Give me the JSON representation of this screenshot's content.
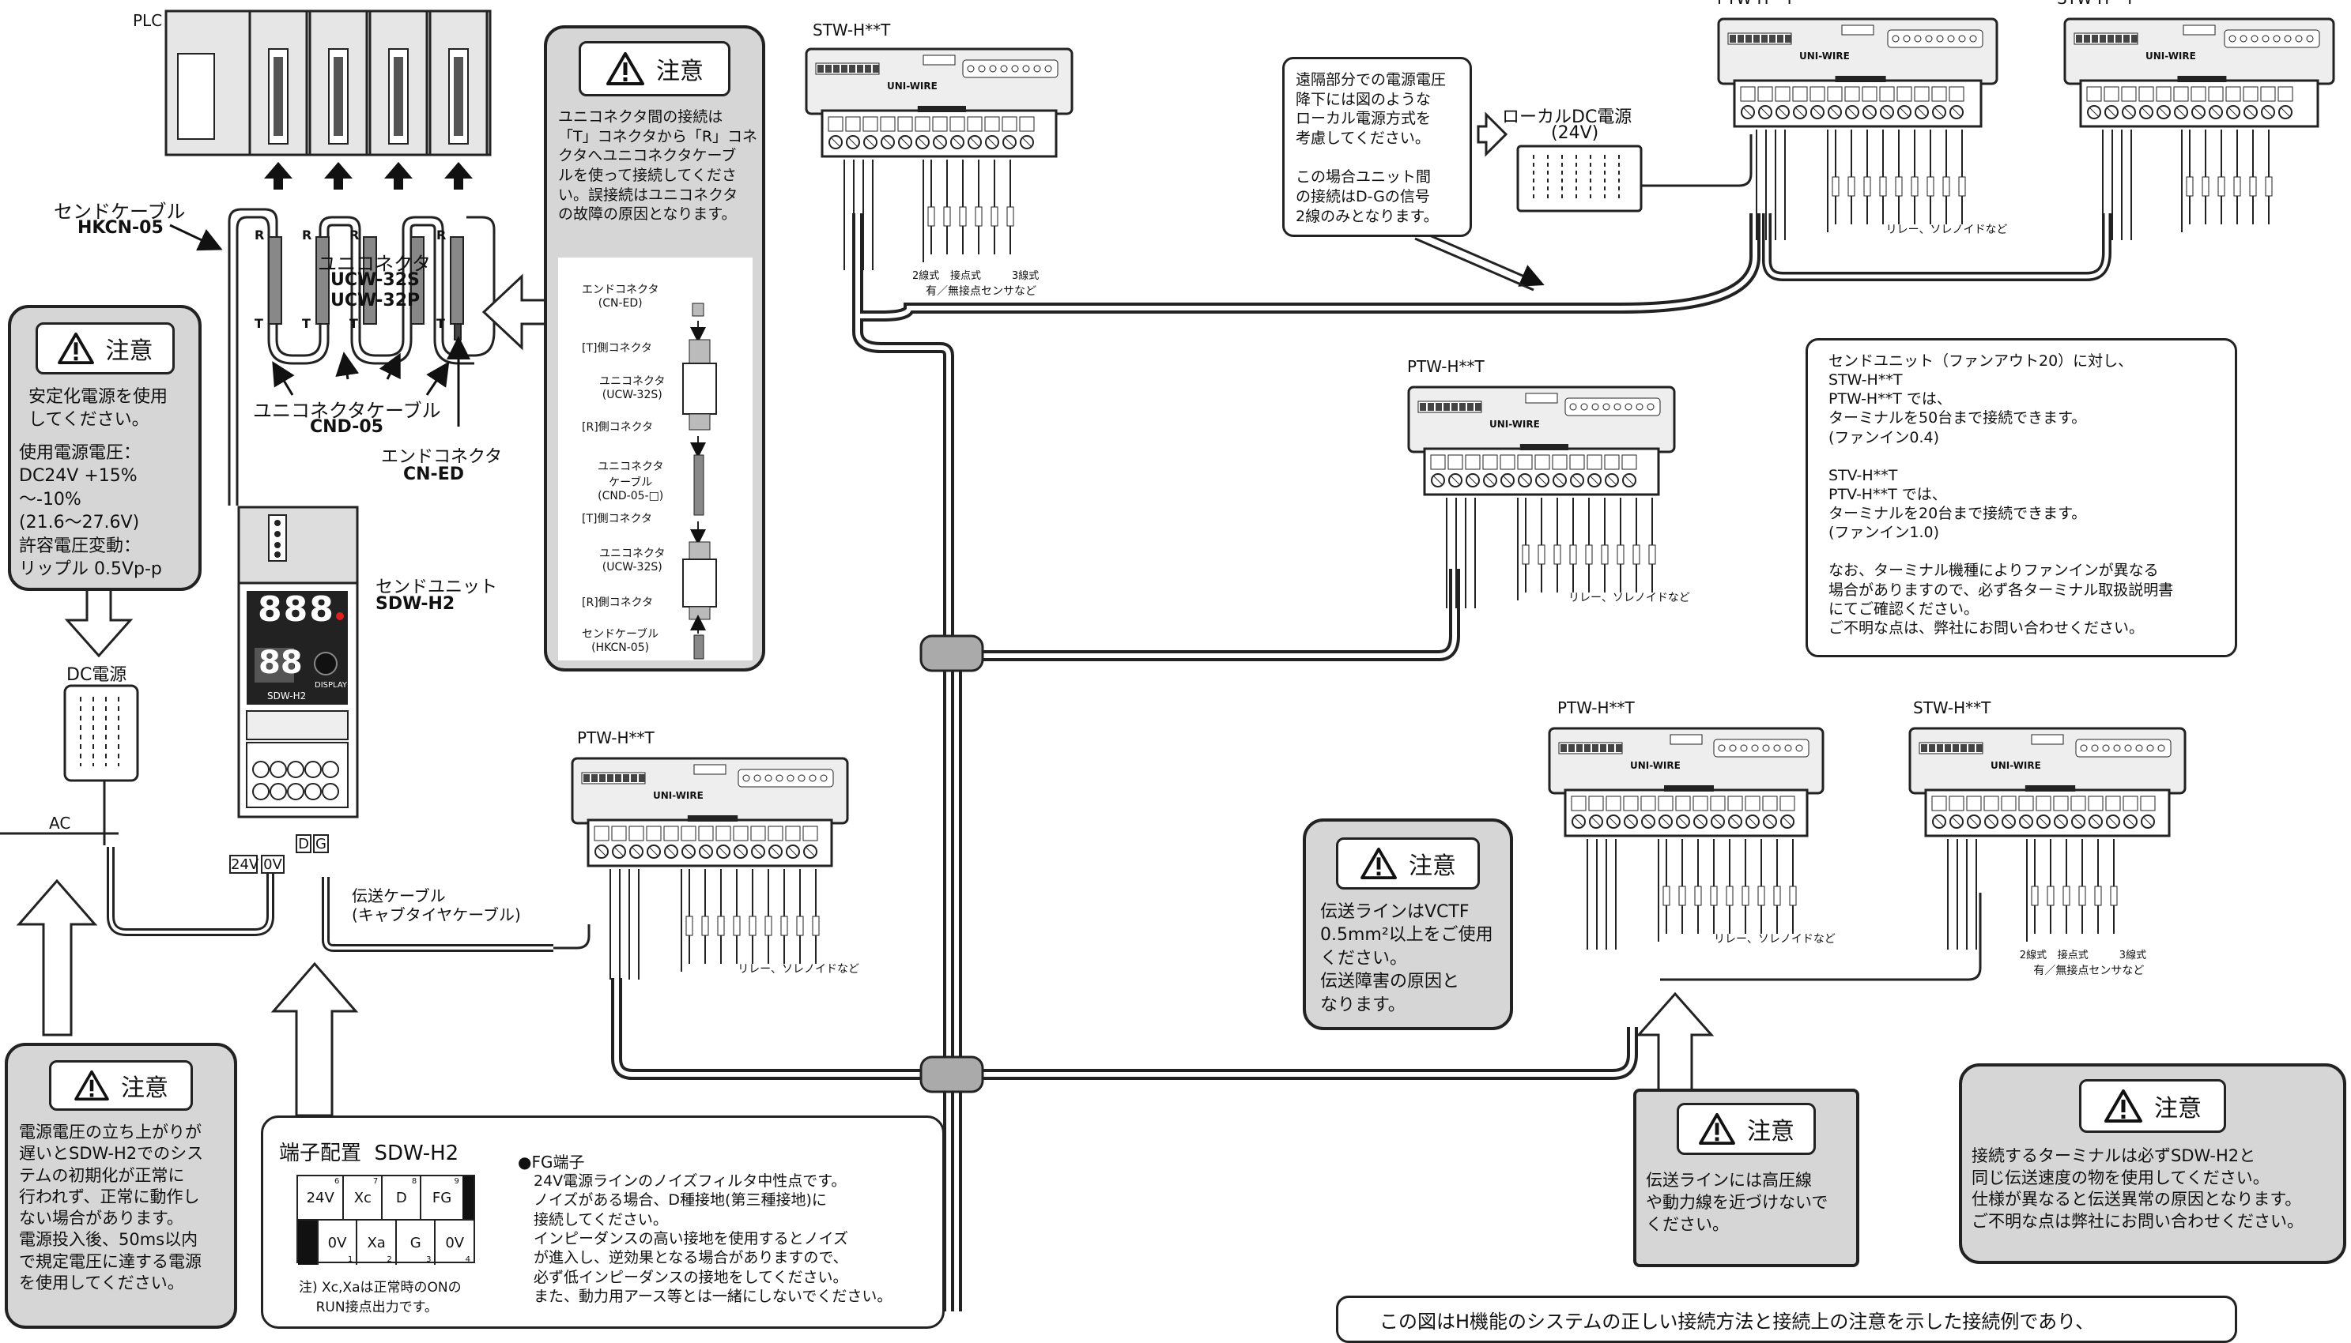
{
  "plc": {
    "label": "PLC"
  },
  "send_cable": {
    "label": "センドケーブル",
    "model": "HKCN-05"
  },
  "uni_connector": {
    "label": "ユニコネクタ",
    "model1": "UCW-32S",
    "model2": "UCW-32P"
  },
  "uni_connector_cable": {
    "label": "ユニコネクタケーブル",
    "model": "CND-05"
  },
  "end_connector": {
    "label": "エンドコネクタ",
    "model": "CN-ED"
  },
  "rt_marks": {
    "r": "R",
    "t": "T"
  },
  "caution_word": "注意",
  "note_connector": {
    "text": "ユニコネクタ間の接続は\n「T」コネクタから「R」コネ\nクタへユニコネクタケーブ\nルを使って接続してくださ\nい。誤接続はユニコネクタ\nの故障の原因となります。"
  },
  "connector_legend": [
    "エンドコネクタ\n(CN-ED)",
    "[T]側コネクタ",
    "ユニコネクタ\n(UCW-32S)",
    "[R]側コネクタ",
    "ユニコネクタ\nケーブル\n(CND-05-□)",
    "[T]側コネクタ",
    "ユニコネクタ\n(UCW-32S)",
    "[R]側コネクタ",
    "センドケーブル\n(HKCN-05)"
  ],
  "note_power": {
    "lines1": "安定化電源を使用\nしてください。",
    "lines2": "使用電源電圧：\nDC24V +15%～-10%\n(21.6～27.6V)\n許容電圧変動：\n リップル 0.5Vp-p"
  },
  "dc_power": {
    "label": "DC電源",
    "ac": "AC"
  },
  "send_unit": {
    "label": "センドユニット",
    "model": "SDW-H2",
    "display1": "888",
    "display2": "88",
    "panel_model": "SDW-H2",
    "display_btn": "DISPLAY",
    "term_24v": "24V",
    "term_0v": "0V",
    "term_d": "D",
    "term_g": "G"
  },
  "trans_cable": {
    "label": "伝送ケーブル",
    "sub": "(キャブタイヤケーブル)"
  },
  "note_startup": {
    "text": "電源電圧の立ち上がりが\n遅いとSDW-H2でのシス\nテムの初期化が正常に\n行われず、正常に動作し\nない場合があります。\n電源投入後、50ms以内\nで規定電圧に達する電源\nを使用してください。"
  },
  "terminal_layout": {
    "title": "端子配置  SDW-H2",
    "top_row": [
      {
        "label": "24V",
        "num": "6"
      },
      {
        "label": "Xc",
        "num": "7"
      },
      {
        "label": "D",
        "num": "8"
      },
      {
        "label": "FG",
        "num": "9"
      }
    ],
    "bottom_row": [
      {
        "label": "",
        "num": ""
      },
      {
        "label": "0V",
        "num": "1"
      },
      {
        "label": "Xa",
        "num": "2"
      },
      {
        "label": "G",
        "num": "3"
      },
      {
        "label": "0V",
        "num": "4"
      }
    ],
    "note": "注) Xc,Xaは正常時のONの\n    RUN接点出力です。",
    "fg_title": "●FG端子",
    "fg_text": "24V電源ラインのノイズフィルタ中性点です。\nノイズがある場合、D種接地(第三種接地)に\n接続してください。\nインピーダンスの高い接地を使用するとノイズ\nが進入し、逆効果となる場合がありますので、\n必ず低インピーダンスの接地をしてください。\nまた、動力用アース等とは一緒にしないでください。"
  },
  "local_power_note": {
    "text": "遠隔部分での電源電圧\n降下には図のような\nローカル電源方式を\n考慮してください。\n\nこの場合ユニット間\nの接続はD-Gの信号\n2線のみとなります。"
  },
  "local_dc": {
    "label": "ローカルDC電源",
    "sub": "(24V)"
  },
  "terminals": [
    {
      "model": "STW-H**T",
      "sensor_label": "有／無接点センサなど",
      "sub1": "2線式",
      "sub2": "接点式",
      "sub3": "3線式"
    },
    {
      "model": "PTW-H**T",
      "relay_label": "リレー、ソレノイドなど"
    },
    {
      "model": "STW-H**T"
    },
    {
      "model": "PTW-H**T",
      "relay_label": "リレー、ソレノイドなど"
    },
    {
      "model": "PTW-H**T",
      "relay_label": "リレー、ソレノイドなど"
    },
    {
      "model": "PTW-H**T",
      "relay_label": "リレー、ソレノイドなど"
    },
    {
      "model": "STW-H**T",
      "sensor_label": "有／無接点センサなど",
      "sub1": "2線式",
      "sub2": "接点式",
      "sub3": "3線式"
    }
  ],
  "uni_wire": "UNI-WIRE",
  "fanin_note": {
    "text": "センドユニット（ファンアウト20）に対し、\n      STW-H**T\n      PTW-H**T    では、\nターミナルを50台まで接続できます。\n(ファンイン0.4)\n\n      STV-H**T\n      PTV-H**T    では、\nターミナルを20台まで接続できます。\n(ファンイン1.0)\n\nなお、ターミナル機種によりファンインが異なる\n場合がありますので、必ず各ターミナル取扱説明書\nにてご確認ください。\nご不明な点は、弊社にお問い合わせください。"
  },
  "note_vctf": {
    "text": "伝送ラインはVCTF\n0.5mm²以上をご使用\nください。\n伝送障害の原因と\nなります。"
  },
  "note_highvoltage": {
    "text": "伝送ラインには高圧線\nや動力線を近づけないで\nください。"
  },
  "note_speed": {
    "text": "接続するターミナルは必ずSDW-H2と\n同じ伝送速度の物を使用してください。\n仕様が異なると伝送異常の原因となります。\nご不明な点は弊社にお問い合わせください。"
  },
  "bottom_note": {
    "text": "この図はH機能のシステムの正しい接続方法と接続上の注意を示した接続例であり、"
  }
}
